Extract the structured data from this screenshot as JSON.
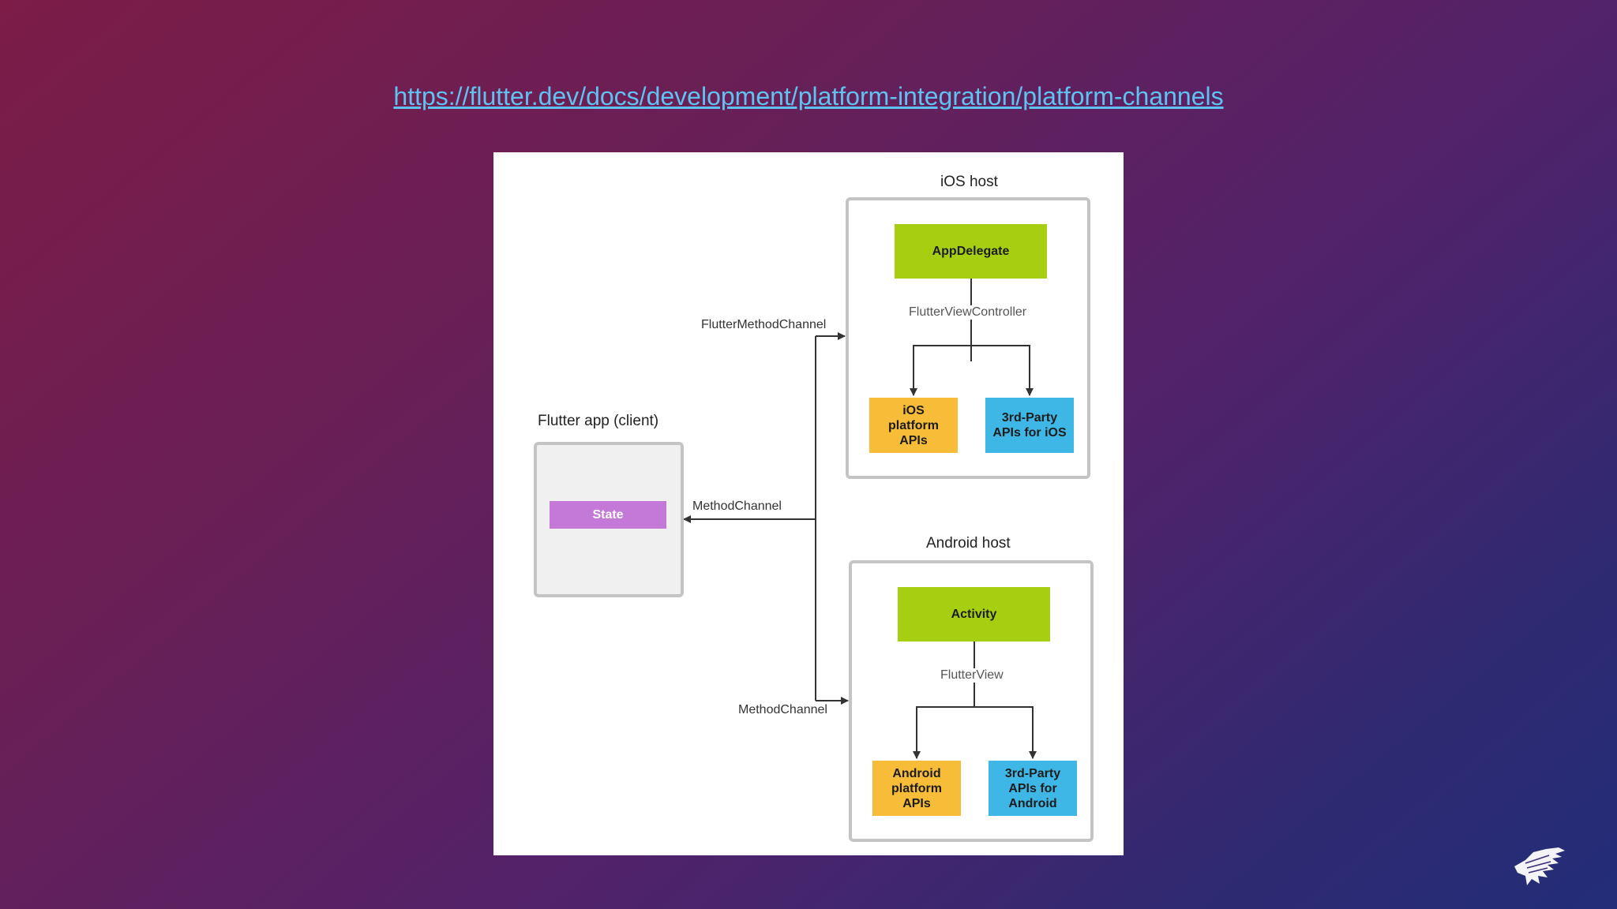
{
  "slide": {
    "url": "https://flutter.dev/docs/development/platform-integration/platform-channels"
  },
  "diagram": {
    "flutter_app": {
      "title": "Flutter app (client)",
      "state": "State"
    },
    "channels": {
      "flutter_method_channel": "FlutterMethodChannel",
      "method_channel_client": "MethodChannel",
      "method_channel_android": "MethodChannel"
    },
    "ios_host": {
      "title": "iOS host",
      "app_delegate": "AppDelegate",
      "view_controller": "FlutterViewController",
      "platform_apis": "iOS\nplatform\nAPIs",
      "third_party": "3rd-Party\nAPIs for iOS"
    },
    "android_host": {
      "title": "Android host",
      "activity": "Activity",
      "flutter_view": "FlutterView",
      "platform_apis": "Android\nplatform\nAPIs",
      "third_party": "3rd-Party\nAPIs for\nAndroid"
    },
    "colors": {
      "green": "#a6cf12",
      "orange": "#f7bd38",
      "blue": "#3fb7e6",
      "purple": "#c479d9",
      "link": "#5ec3f0"
    }
  },
  "logo": {
    "icon": "dragon-logo-icon"
  }
}
